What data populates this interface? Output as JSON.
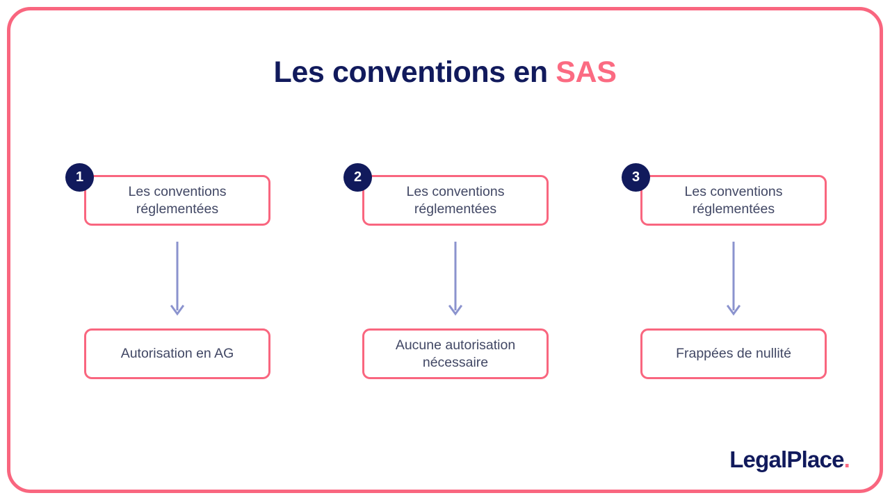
{
  "theme": {
    "navy": "#111A5C",
    "pink_border": "#F9667F",
    "pink_accent": "#FB6B82",
    "body_text": "#414764",
    "arrow": "#8B93CE",
    "background": "#FFFFFF"
  },
  "title": {
    "text_main": "Les conventions en ",
    "text_accent": "SAS"
  },
  "columns": [
    {
      "badge": "1",
      "top_box": "Les conventions réglementées",
      "arrow_icon": "arrow-down-icon",
      "bottom_box": "Autorisation en AG"
    },
    {
      "badge": "2",
      "top_box": "Les conventions réglementées",
      "arrow_icon": "arrow-down-icon",
      "bottom_box": "Aucune autorisation nécessaire"
    },
    {
      "badge": "3",
      "top_box": "Les conventions réglementées",
      "arrow_icon": "arrow-down-icon",
      "bottom_box": "Frappées de nullité"
    }
  ],
  "logo": {
    "name": "LegalPlace",
    "dot": "."
  }
}
